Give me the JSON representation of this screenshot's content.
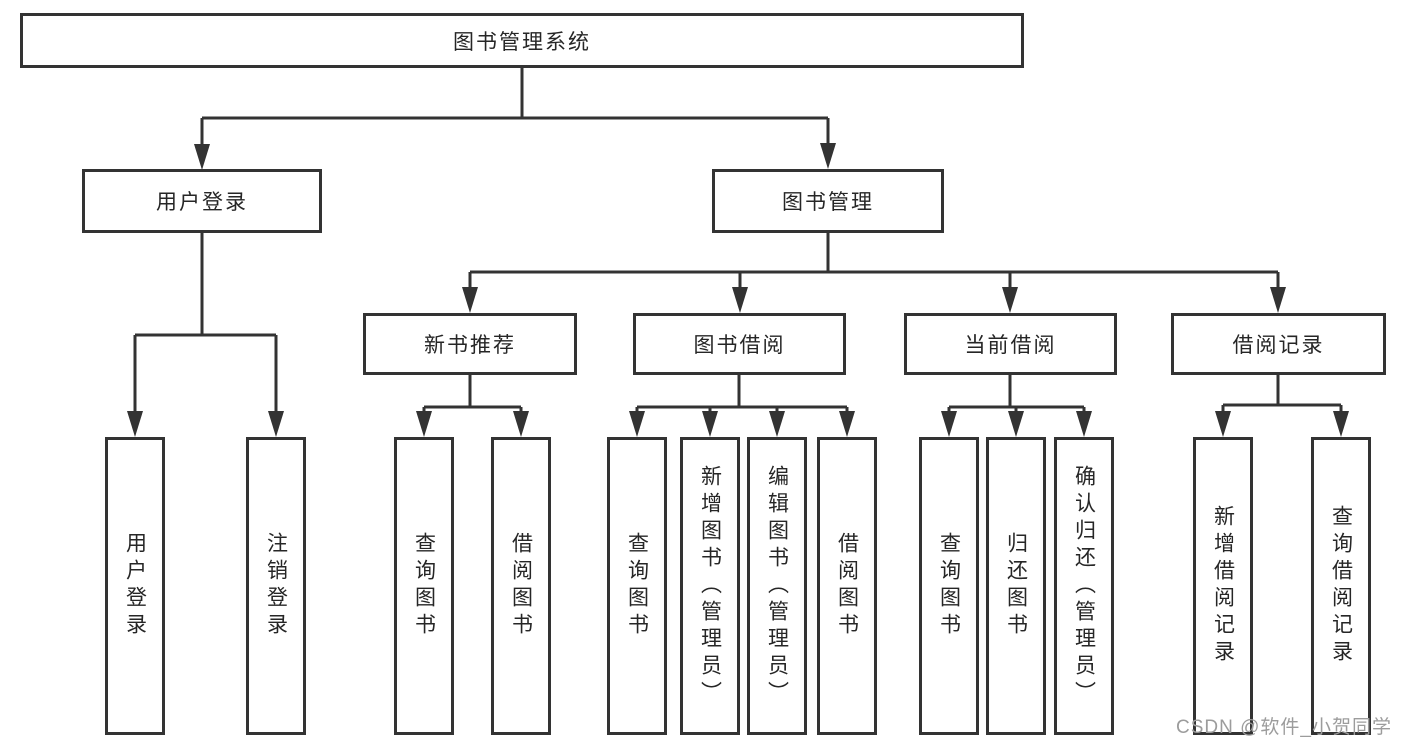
{
  "diagram": {
    "root": {
      "label": "图书管理系统"
    },
    "branches": [
      {
        "label": "用户登录",
        "leaves": [
          "用户登录",
          "注销登录"
        ]
      },
      {
        "label": "图书管理",
        "sections": [
          {
            "label": "新书推荐",
            "leaves": [
              "查询图书",
              "借阅图书"
            ]
          },
          {
            "label": "图书借阅",
            "leaves": [
              "查询图书",
              "新增图书（管理员）",
              "编辑图书（管理员）",
              "借阅图书"
            ]
          },
          {
            "label": "当前借阅",
            "leaves": [
              "查询图书",
              "归还图书",
              "确认归还（管理员）"
            ]
          },
          {
            "label": "借阅记录",
            "leaves": [
              "新增借阅记录",
              "查询借阅记录"
            ]
          }
        ]
      }
    ]
  },
  "watermark": {
    "text": "CSDN @软件_小贺同学"
  },
  "colors": {
    "line": "#333333",
    "text": "#262626",
    "background": "#ffffff",
    "watermark": "#9c9c9c"
  }
}
